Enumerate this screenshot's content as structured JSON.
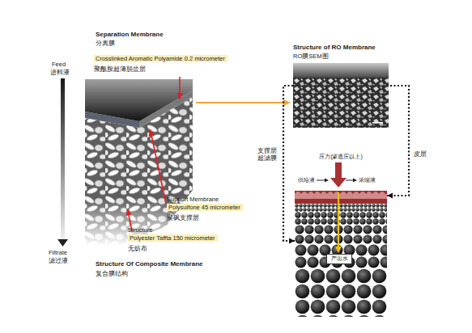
{
  "diagram": {
    "nodes": [
      {
        "text": [
          "Crosslinked Aromatic Polyamide 0.2 micrometer",
          "聚酰胺超薄脱盐层"
        ]
      },
      {
        "text": [
          "Support Membrane",
          "Polysulfone 45 micrometer",
          "聚砜支撑层"
        ]
      },
      {
        "text": [
          "Structure",
          "Polyester Taffta 150 micrometer",
          "无纺布"
        ]
      },
      {
        "text": [
          "Structure of RO Membrane",
          "RO膜SEM图"
        ]
      },
      {
        "text": [
          "压力(渗透压以上)",
          "供给液",
          "浓缩液"
        ]
      },
      {
        "text": [
          "产出水"
        ],
        "in": 4
      }
    ],
    "edges": [
      {
        "from": 3,
        "to": 4,
        "arrow": "to",
        "label": "支撑层 超滤膜"
      },
      {
        "from": 3,
        "to": 4,
        "arrow": "to",
        "label": "皮层"
      }
    ],
    "labels": [
      "Separation Membrane",
      "分离膜",
      "Feed",
      "进料液",
      "Filtrate",
      "滤过液",
      "Structure Of Composite Membrane",
      "复合膜结构"
    ]
  }
}
